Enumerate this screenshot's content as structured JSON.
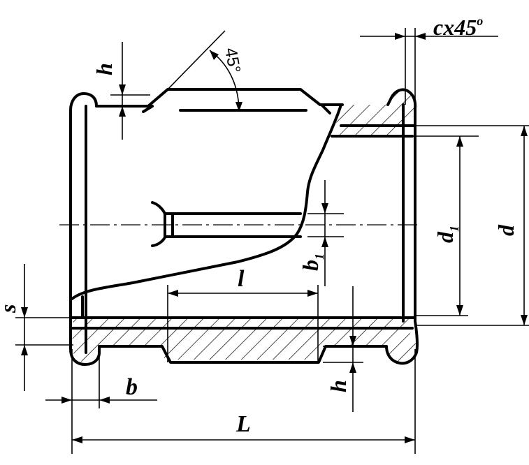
{
  "labels": {
    "chamfer": "cx45",
    "chamfer_degree": "o",
    "angle": "45°",
    "h_top": "h",
    "h_bottom": "h",
    "l": "l",
    "b1": "b",
    "b1_sub": "1",
    "d1": "d",
    "d1_sub": "1",
    "d": "d",
    "s": "s",
    "b": "b",
    "L": "L"
  },
  "colors": {
    "line": "#000000",
    "background": "#ffffff"
  }
}
